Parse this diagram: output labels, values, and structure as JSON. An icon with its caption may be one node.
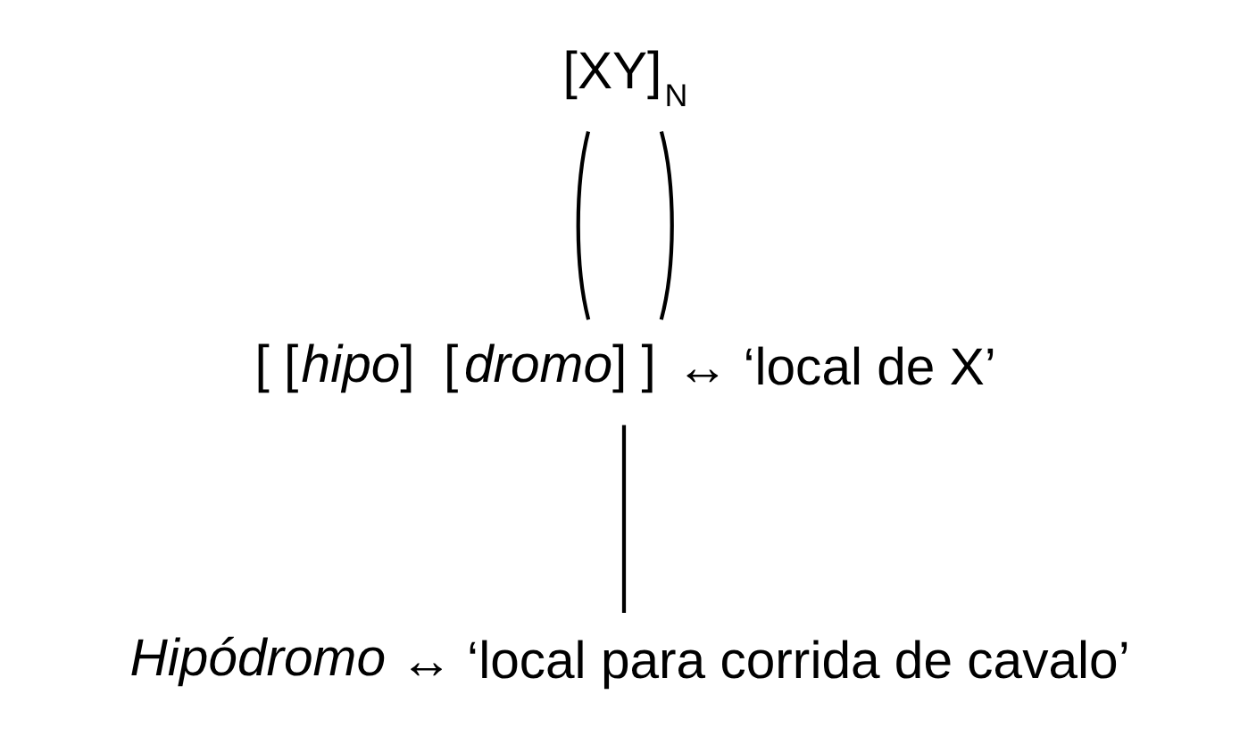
{
  "diagram": {
    "nodes": [
      {
        "text": [
          "[XY]$_{N}$"
        ]
      },
      {
        "text": [
          "[ [*hipo*]  [*dromo*] ]",
          "↔ ‘local de X’"
        ]
      },
      {
        "text": [
          "*Hipódromo*",
          "↔ ‘local para corrida de cavalo’"
        ]
      }
    ],
    "edges": [
      {
        "from": 0,
        "to": 1,
        "arrow": "none"
      },
      {
        "from": 0,
        "to": 1,
        "arrow": "none"
      },
      {
        "from": 1,
        "to": 2,
        "arrow": "none"
      }
    ]
  }
}
